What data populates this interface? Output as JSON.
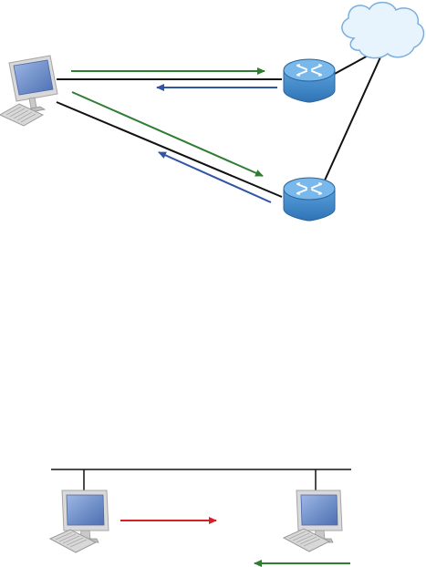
{
  "figure": {
    "type": "network-diagram",
    "top_scene": {
      "nodes": [
        "desktop-computer",
        "router",
        "router",
        "cloud"
      ],
      "links": [
        "computer-router-top",
        "computer-router-bottom",
        "router-top-cloud",
        "router-bottom-cloud"
      ],
      "arrows": [
        {
          "name": "arrow-to-router-top",
          "color": "#2e7d32"
        },
        {
          "name": "arrow-from-router-top",
          "color": "#2f55a4"
        },
        {
          "name": "arrow-to-router-bottom",
          "color": "#2e7d32"
        },
        {
          "name": "arrow-from-router-bottom",
          "color": "#2f55a4"
        }
      ]
    },
    "bottom_scene": {
      "nodes": [
        "desktop-computer",
        "desktop-computer"
      ],
      "links": [
        "shared-bus"
      ],
      "arrows": [
        {
          "name": "arrow-left-to-right",
          "color": "#d32027"
        },
        {
          "name": "arrow-right-to-left",
          "color": "#2e7d32"
        }
      ]
    },
    "colors": {
      "router_fill": "#3f86c8",
      "router_top": "#79b8ea",
      "cloud_fill": "#e8f4fd",
      "cloud_stroke": "#7aaedc",
      "monitor_frame": "#d9d9d9",
      "monitor_screen": "#6f8fc8",
      "line": "#111111"
    }
  }
}
